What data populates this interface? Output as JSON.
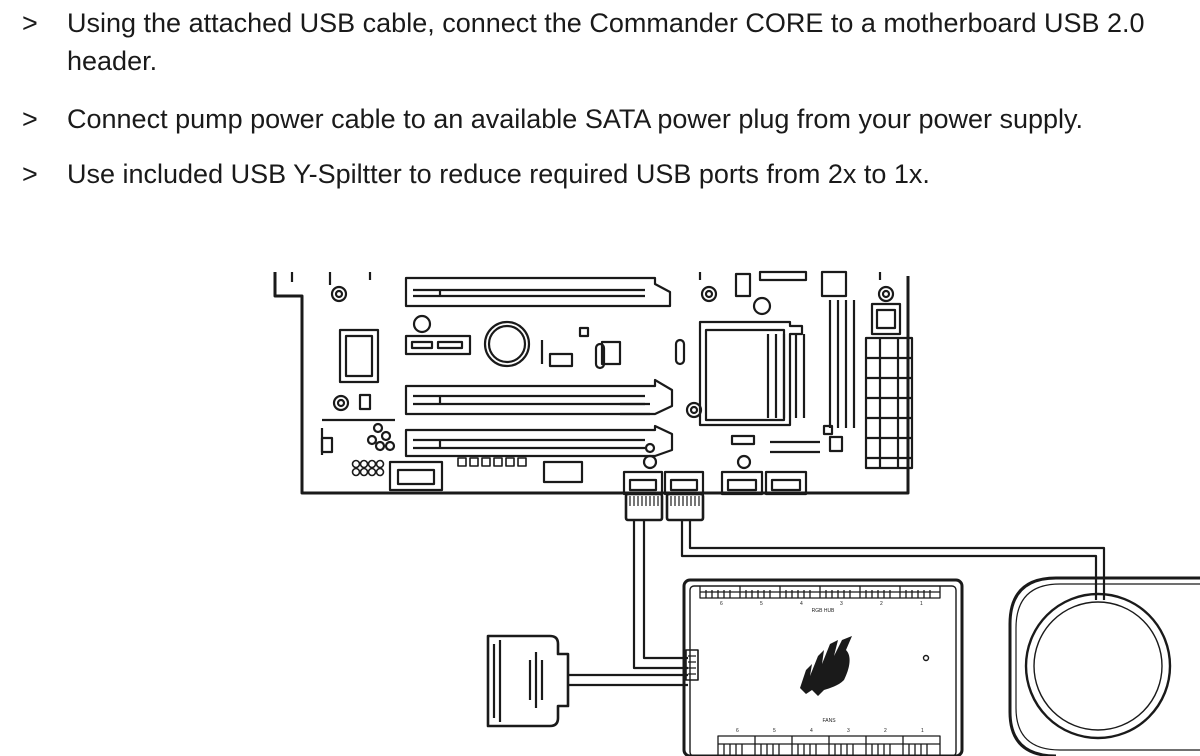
{
  "instructions": [
    {
      "bullet": ">",
      "text": "Using the attached USB cable, connect the Commander CORE to a motherboard USB 2.0 header."
    },
    {
      "bullet": ">",
      "text": "Connect pump power cable to an available SATA power plug from your power supply."
    },
    {
      "bullet": ">",
      "text": "Use included USB Y-Spiltter to reduce required USB ports from 2x to 1x."
    }
  ],
  "diagram": {
    "rgb_hub_label": "RGB HUB",
    "fans_label": "FANS",
    "top_port_numbers": [
      "6",
      "5",
      "4",
      "3",
      "2",
      "1"
    ],
    "bottom_port_numbers": [
      "6",
      "5",
      "4",
      "3",
      "2",
      "1"
    ]
  }
}
